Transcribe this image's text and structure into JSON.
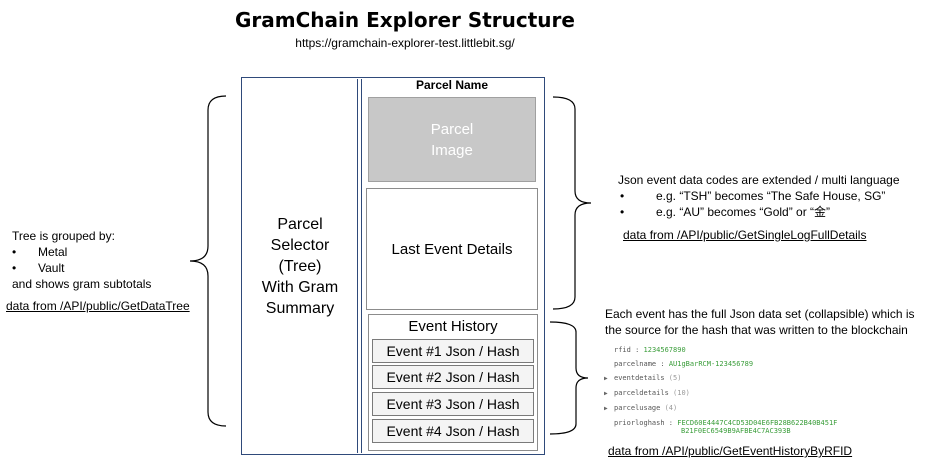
{
  "title": "GramChain Explorer Structure",
  "subtitle": "https://gramchain-explorer-test.littlebit.sg/",
  "left_panel": {
    "label": "Parcel\nSelector\n(Tree)\nWith Gram\nSummary"
  },
  "right_panel": {
    "parcel_name": "Parcel Name",
    "parcel_image": "Parcel\nImage",
    "last_event": "Last Event Details",
    "event_history": "Event History",
    "events": [
      "Event #1 Json / Hash",
      "Event #2 Json / Hash",
      "Event #3 Json / Hash",
      "Event #4 Json / Hash"
    ]
  },
  "left_annotation": {
    "heading": "Tree is grouped by:",
    "bullets": [
      "Metal",
      "Vault"
    ],
    "tail": "and shows gram subtotals",
    "link": "data from /API/public/GetDataTree"
  },
  "right_annotation_top": {
    "heading": "Json event data codes are extended / multi language",
    "bullets": [
      "e.g. “TSH” becomes “The Safe House, SG”",
      "e.g. “AU” becomes  “Gold” or “金”"
    ],
    "link": "data from /API/public/GetSingleLogFullDetails"
  },
  "right_annotation_bottom": {
    "text_line1": "Each event has the full Json data set (collapsible) which is",
    "text_line2": "the source for the hash that was written to the blockchain",
    "json_preview": {
      "rfid_key": "rfid",
      "rfid_value": "1234567890",
      "parcelname_key": "parcelname",
      "parcelname_value": "AU1gBarRCM-123456789",
      "eventdetails_key": "eventdetails",
      "eventdetails_count": "(5)",
      "parceldetails_key": "parceldetails",
      "parceldetails_count": "(10)",
      "parcelusage_key": "parcelusage",
      "parcelusage_count": "(4)",
      "priorloghash_key": "priorloghash",
      "priorloghash_value_1": "FECD60E4447C4CD53D04E6FB28B622B40B451F",
      "priorloghash_value_2": "B21F0EC6549B9AFBE4C7AC393B"
    },
    "link": "data from /API/public/GetEventHistoryByRFID"
  }
}
